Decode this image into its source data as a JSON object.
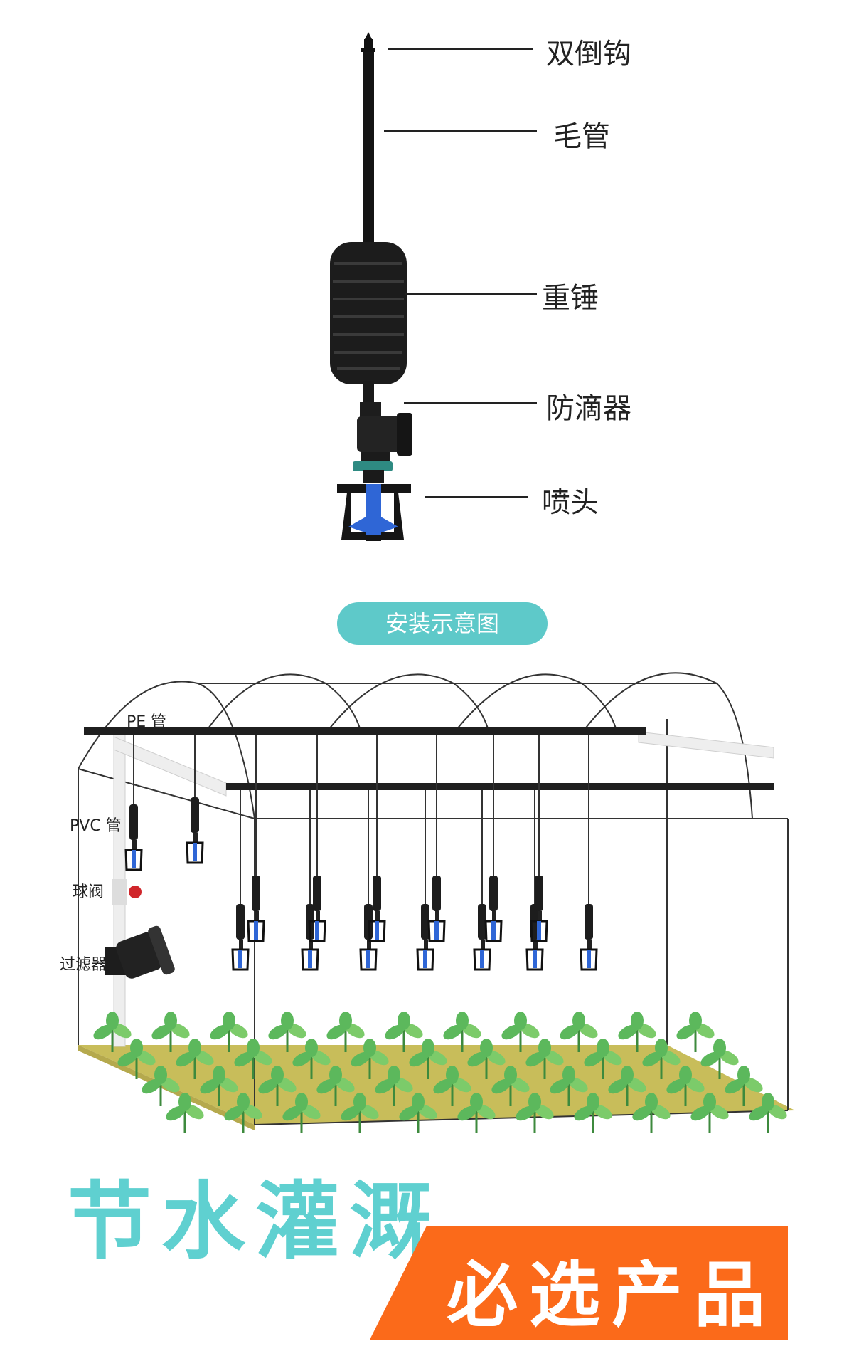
{
  "parts": {
    "hook": "双倒钩",
    "capillary": "毛管",
    "weight": "重锤",
    "anti_drip": "防滴器",
    "nozzle": "喷头"
  },
  "install_title": "安装示意图",
  "scene_labels": {
    "pe": "PE 管",
    "pvc": "PVC 管",
    "valve": "球阀",
    "filter": "过滤器"
  },
  "slogan": {
    "top": "节水灌溉",
    "bottom": "必选产品"
  },
  "colors": {
    "teal": "#5ec9c9",
    "orange": "#fb6a1a",
    "nozzle_blue": "#2f66d6",
    "leaf_green": "#5cb85c",
    "soil": "#c8bd5a"
  }
}
